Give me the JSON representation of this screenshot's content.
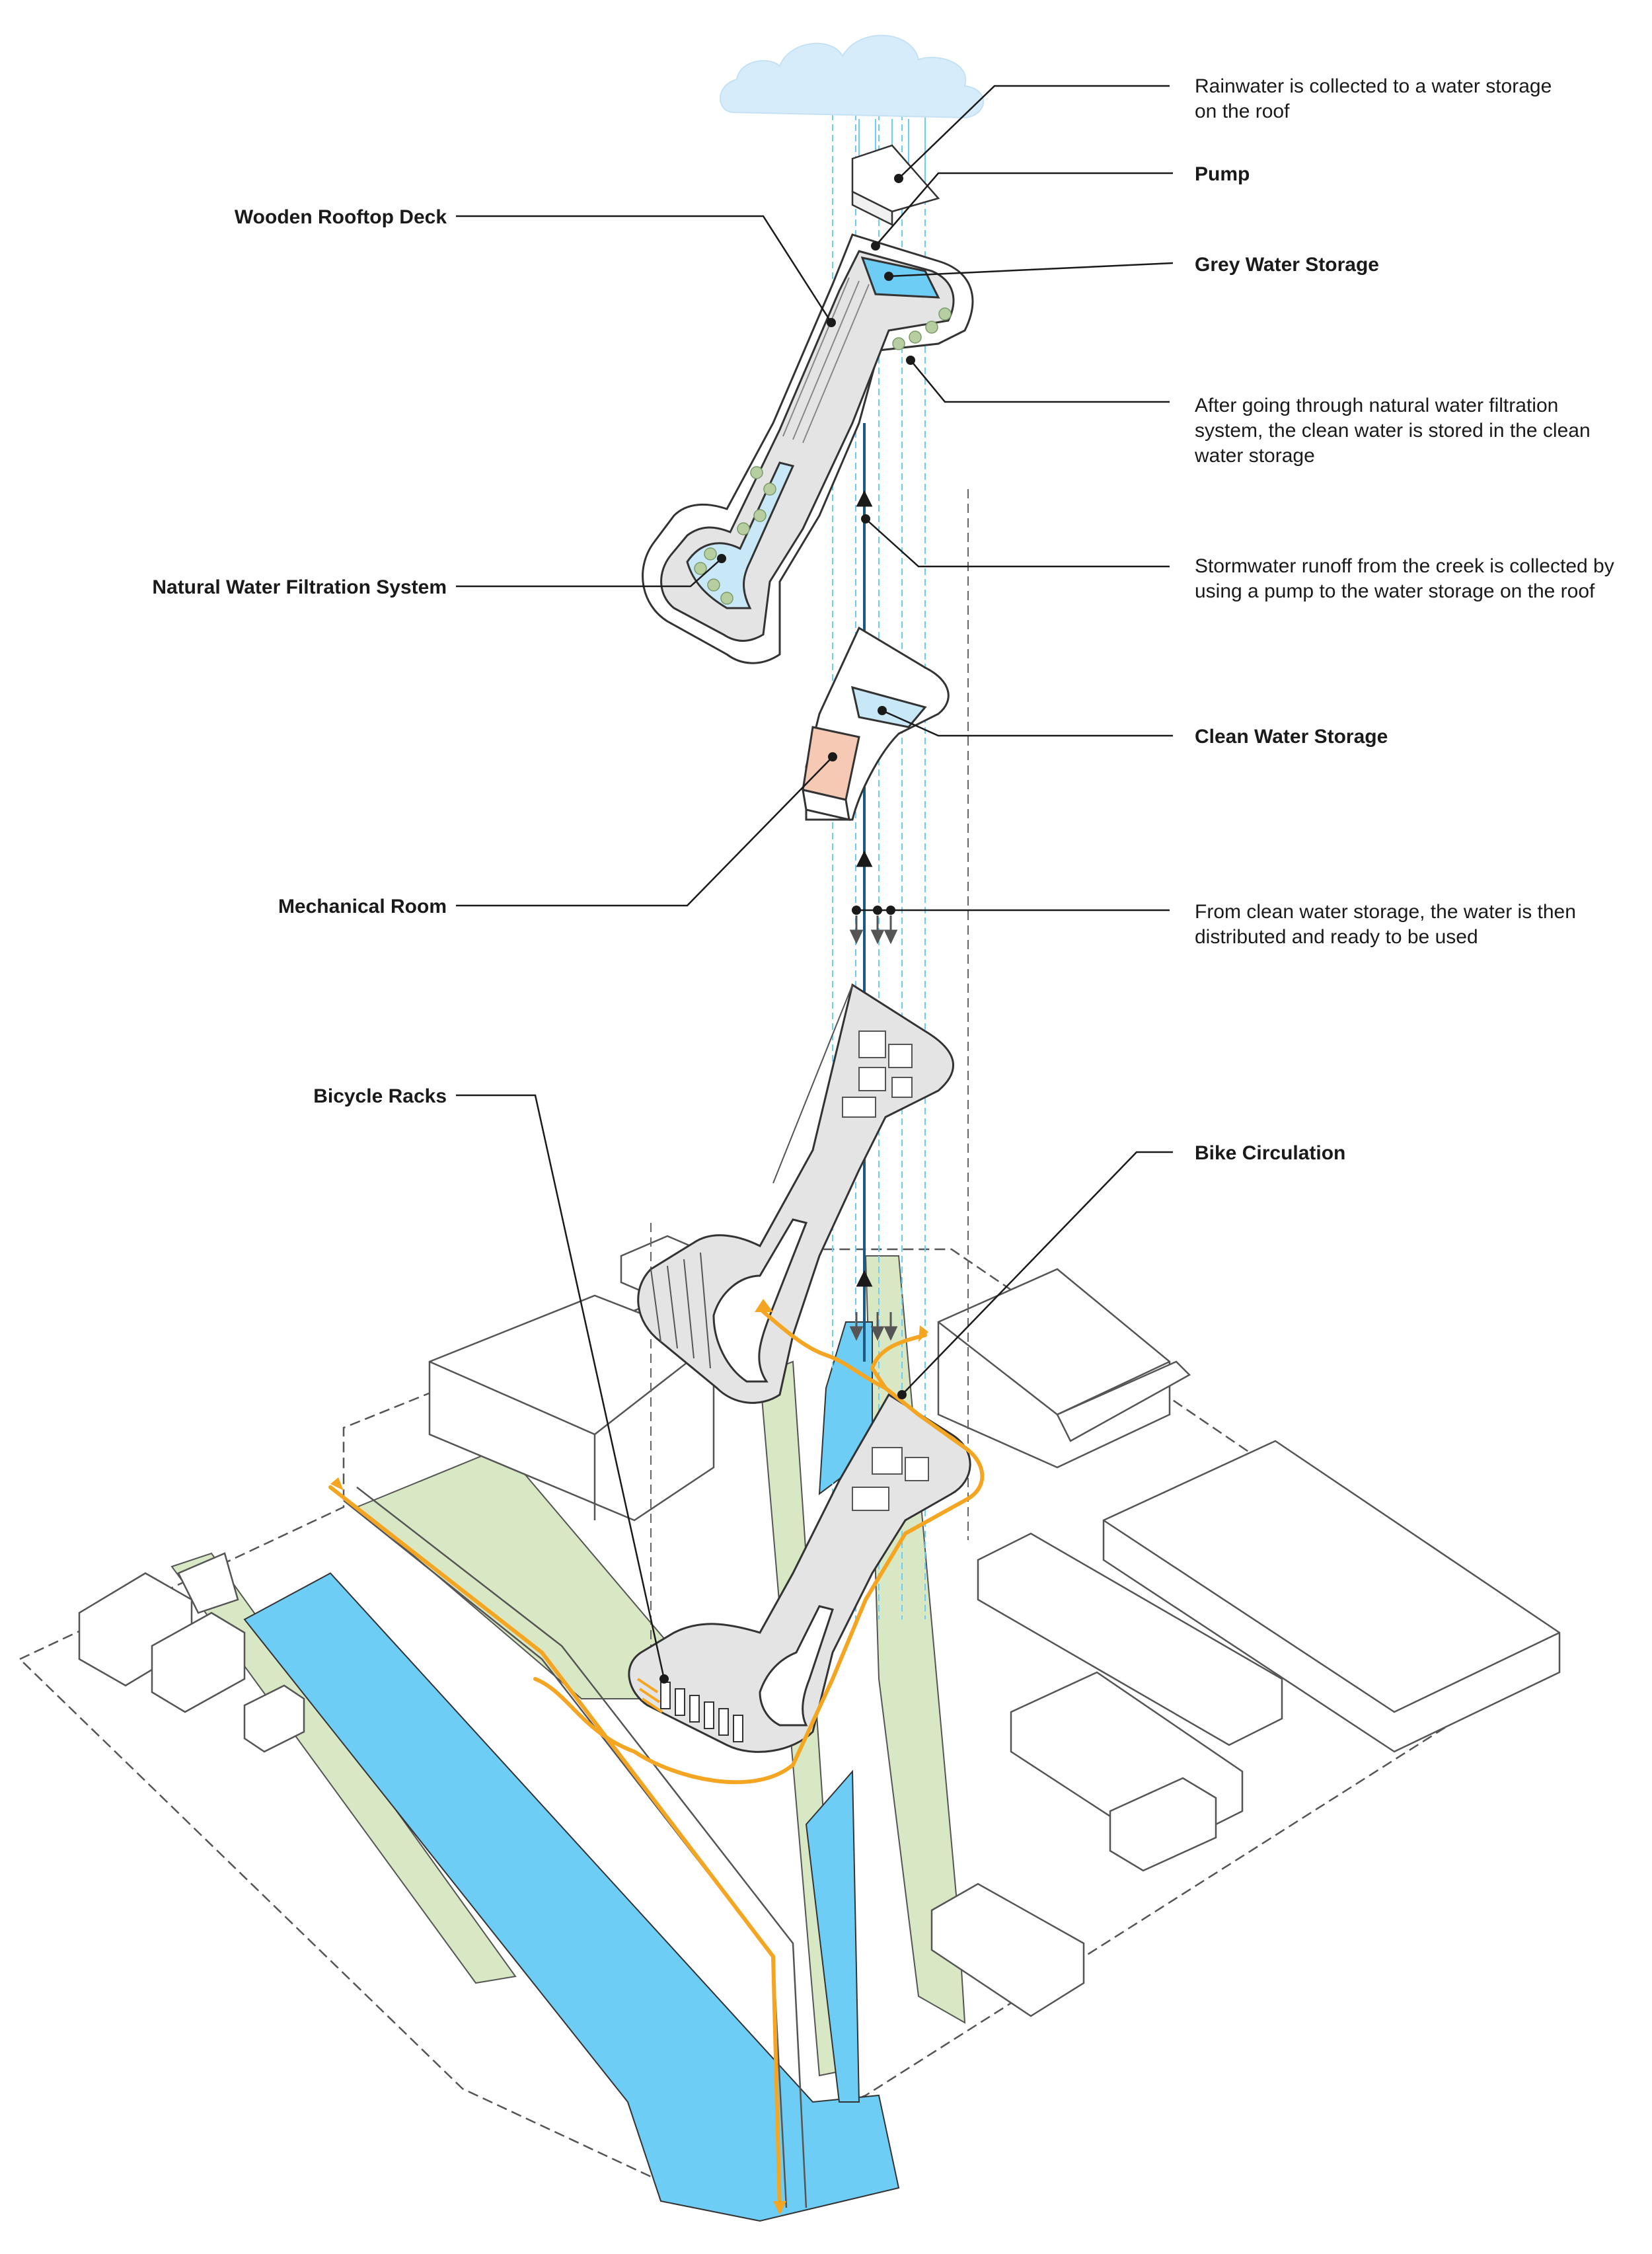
{
  "annotations": {
    "rainwater": [
      "Rainwater is collected to a water storage",
      "on the roof"
    ],
    "pump": "Pump",
    "grey_water": "Grey Water Storage",
    "after_filtration": [
      "After going through natural water filtration",
      "system, the clean water is stored in the clean",
      "water storage"
    ],
    "stormwater": [
      "Stormwater runoff from the creek is collected by",
      "using a pump to the water storage on the roof"
    ],
    "clean_water": "Clean Water Storage",
    "distribution": [
      "From clean water storage, the water is then",
      "distributed and ready to be used"
    ],
    "bike_circulation": "Bike Circulation",
    "wooden_deck": "Wooden Rooftop Deck",
    "filtration_system": "Natural Water Filtration System",
    "mechanical_room": "Mechanical Room",
    "bicycle_racks": "Bicycle Racks"
  },
  "colors": {
    "water": "#6ecdf4",
    "water_light": "#c9e8f7",
    "cloud": "#d7ecfa",
    "green": "#d9e8c4",
    "bike_path": "#f4a623",
    "mech_room": "#f5c9b3",
    "line": "#1a1a1a",
    "building_fill": "#ffffff",
    "deck_fill": "#e4e4e4"
  }
}
